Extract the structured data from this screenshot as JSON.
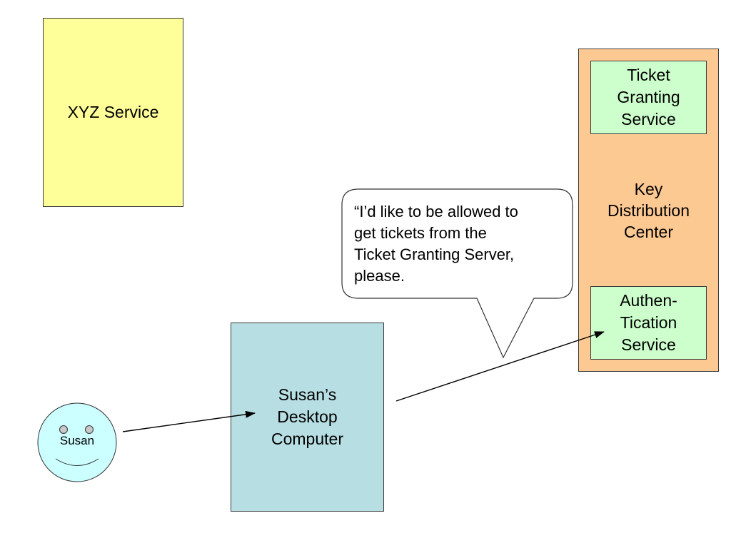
{
  "colors": {
    "xyz_service": "#ffff99",
    "desktop": "#b7dee3",
    "kdc": "#fdc993",
    "inner_service": "#ccffcc",
    "susan_face": "#ccffff"
  },
  "nodes": {
    "xyz_service": "XYZ Service",
    "desktop": "Susan’s\nDesktop\nComputer",
    "kdc": "Key\nDistribution\nCenter",
    "ticket_granting_service": "Ticket\nGranting\nService",
    "authentication_service": "Authen-\nTication\nService",
    "susan": "Susan"
  },
  "speech_bubble": {
    "text": "“I’d like to be allowed to\nget tickets from the\nTicket Granting Server,\nplease."
  },
  "edges": [
    {
      "from": "susan",
      "to": "desktop"
    },
    {
      "from": "desktop",
      "to": "authentication_service"
    }
  ]
}
